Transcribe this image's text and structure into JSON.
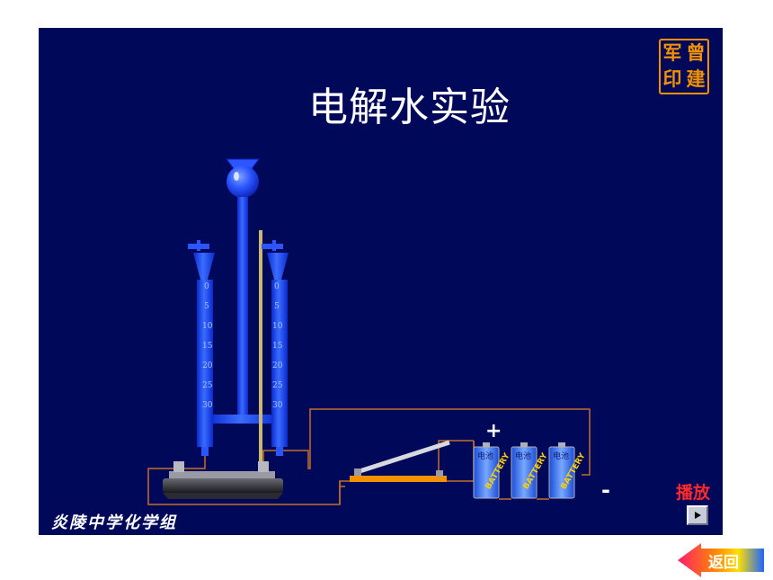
{
  "slide": {
    "title": "电解水实验",
    "seal_chars": [
      "军",
      "曾",
      "印",
      "建"
    ],
    "school_label": "炎陵中学化学组"
  },
  "apparatus": {
    "scale_ticks": [
      "0",
      "5",
      "10",
      "15",
      "20",
      "25",
      "30"
    ],
    "battery_label": "BATTERY",
    "battery_top_text": "电池",
    "positive_sign": "+",
    "negative_sign": "-"
  },
  "controls": {
    "play_label": "播放",
    "back_label": "返回"
  },
  "colors": {
    "background": "#00085a",
    "seal": "#f29200",
    "wire": "#c07028",
    "play_label": "#ff2a2a",
    "back_arrow_start": "#ff1e6e",
    "back_arrow_end": "#1e64ff"
  }
}
